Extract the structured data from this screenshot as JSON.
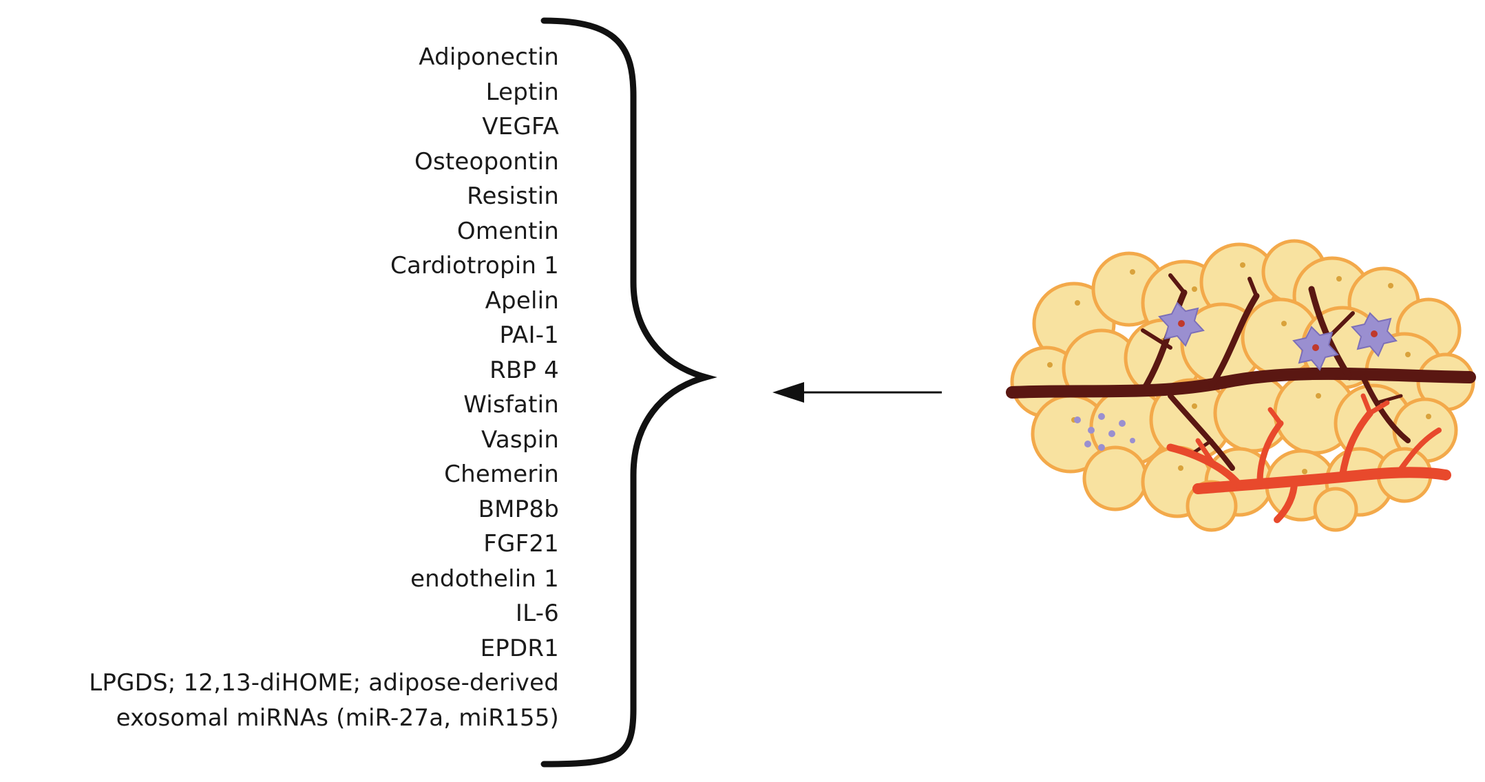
{
  "secreted_factors": [
    "Adiponectin",
    "Leptin",
    "VEGFA",
    "Osteopontin",
    "Resistin",
    "Omentin",
    "Cardiotropin 1",
    "Apelin",
    "PAI-1",
    "RBP 4",
    "Wisfatin",
    "Vaspin",
    "Chemerin",
    "BMP8b",
    "FGF21",
    "endothelin 1",
    "IL-6",
    "EPDR1",
    "LPGDS; 12,13-diHOME; adipose-derived",
    "exosomal miRNAs (miR-27a, miR155)"
  ],
  "icons": {
    "brace": "right-curly-brace-icon",
    "arrow": "left-arrow-icon",
    "tissue": "adipose-tissue-illustration"
  },
  "colors": {
    "text": "#1a1a1a",
    "adipocyte_fill": "#f8e2a0",
    "adipocyte_stroke": "#f3a94a",
    "nerve": "#5a1712",
    "vessel": "#e8492c",
    "immune_cell": "#9a8fd0"
  }
}
